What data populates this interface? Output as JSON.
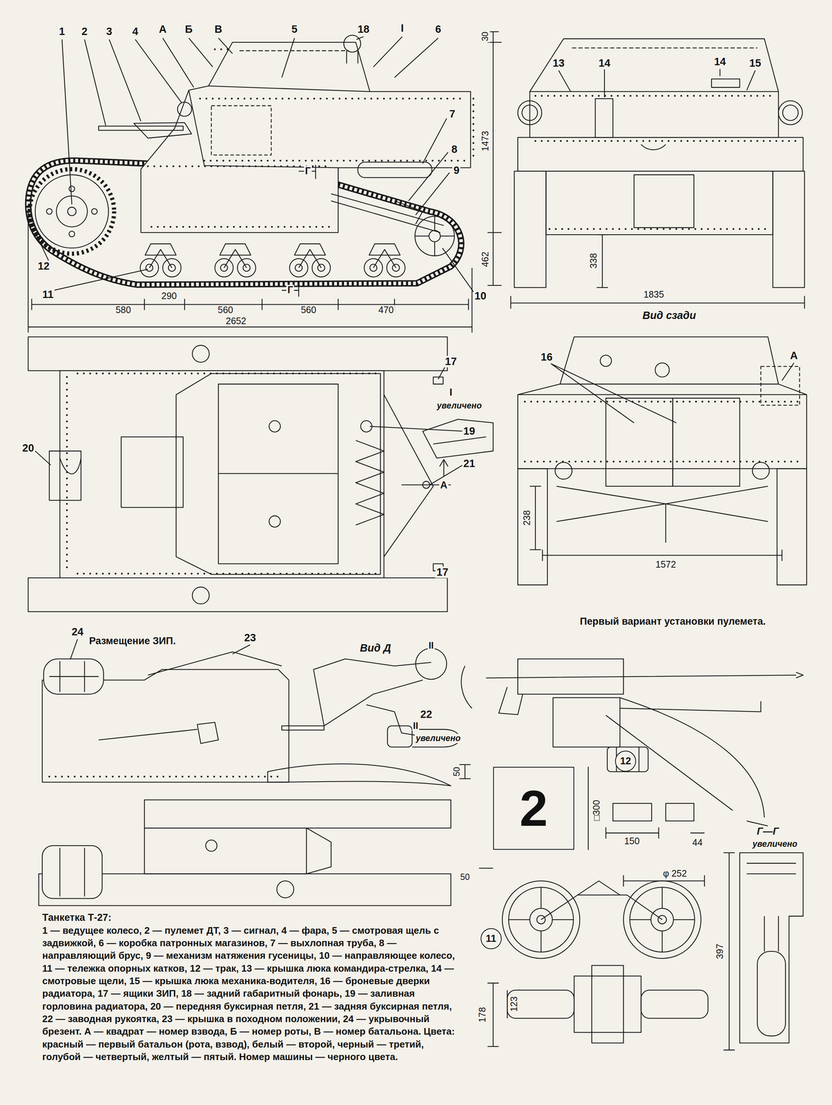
{
  "diagram": {
    "title": "Танкетка Т-27:",
    "caption": "1 — ведущее колесо, 2 — пулемет ДТ, 3 — сигнал, 4 — фара, 5 — смотровая щель с задвижкой, 6 — коробка патронных магазинов, 7 — выхлопная труба, 8 — направляющий брус, 9 — механизм натяжения гусеницы, 10 — направляющее колесо, 11 — тележка опорных катков, 12 — трак, 13 — крышка люка командира-стрелка, 14 — смотровые щели, 15 — крышка люка механика-водителя, 16 — броневые дверки радиатора, 17 — ящики ЗИП, 18 — задний габаритный фонарь, 19 — заливная горловина радиатора, 20 — передняя буксирная петля, 21 — задняя буксирная петля, 22 — заводная рукоятка, 23 — крышка в походном положении, 24 — укрывочный брезент. А — квадрат — номер взвода, Б — номер роты, В — номер батальона. Цвета: красный — первый батальон (рота, взвод), белый — второй, черный — третий, голубой — четвертый, желтый — пятый. Номер машины — черного цвета.",
    "nodes": [
      {
        "text": [
          "12"
        ]
      },
      {
        "text": [
          "2"
        ]
      },
      {
        "text": [
          "11"
        ]
      }
    ],
    "labels": [
      "1",
      "2",
      "3",
      "4",
      "А",
      "Б",
      "В",
      "5",
      "18",
      "I",
      "6",
      "7",
      "8",
      "9",
      "10",
      "11",
      "12",
      "Г",
      "Г",
      "580",
      "290",
      "560",
      "560",
      "470",
      "2652",
      "1473",
      "462",
      "13",
      "14",
      "14",
      "15",
      "30",
      "338",
      "1835",
      "Вид сзади",
      "16",
      "А",
      "238",
      "1572",
      "17",
      "I",
      "увеличено",
      "19",
      "21",
      "А",
      "17",
      "20",
      "Размещение ЗИП.",
      "24",
      "23",
      "Вид Д",
      "II",
      "22",
      "II",
      "увеличено",
      "Первый вариант установки пулемета.",
      "50",
      "□300",
      "50",
      "150",
      "44",
      "Г—Г",
      "увеличено",
      "φ 252",
      "178",
      "123",
      "397"
    ]
  }
}
